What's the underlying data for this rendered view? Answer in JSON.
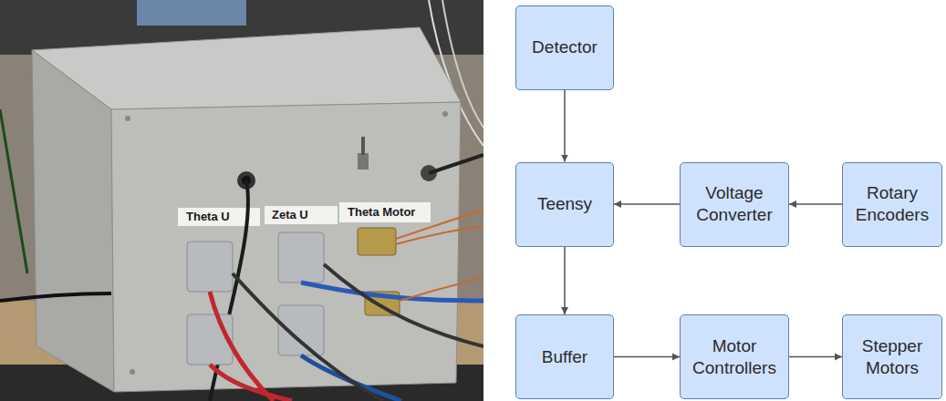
{
  "diagram": {
    "nodes": [
      {
        "text": [
          "Detector"
        ]
      },
      {
        "text": [
          "Teensy"
        ]
      },
      {
        "text": [
          "Voltage Converter"
        ]
      },
      {
        "text": [
          "Rotary Encoders"
        ]
      },
      {
        "text": [
          "Buffer"
        ]
      },
      {
        "text": [
          "Motor Controllers"
        ]
      },
      {
        "text": [
          "Stepper Motors"
        ]
      }
    ],
    "edges": [
      {
        "from": 0,
        "to": 1,
        "arrow": "to"
      },
      {
        "from": 3,
        "to": 2,
        "arrow": "to"
      },
      {
        "from": 2,
        "to": 1,
        "arrow": "to"
      },
      {
        "from": 1,
        "to": 4,
        "arrow": "to"
      },
      {
        "from": 4,
        "to": 5,
        "arrow": "to"
      },
      {
        "from": 5,
        "to": 6,
        "arrow": "to"
      }
    ],
    "labels": [
      "Theta U",
      "Zeta U",
      "Theta Motor"
    ]
  }
}
